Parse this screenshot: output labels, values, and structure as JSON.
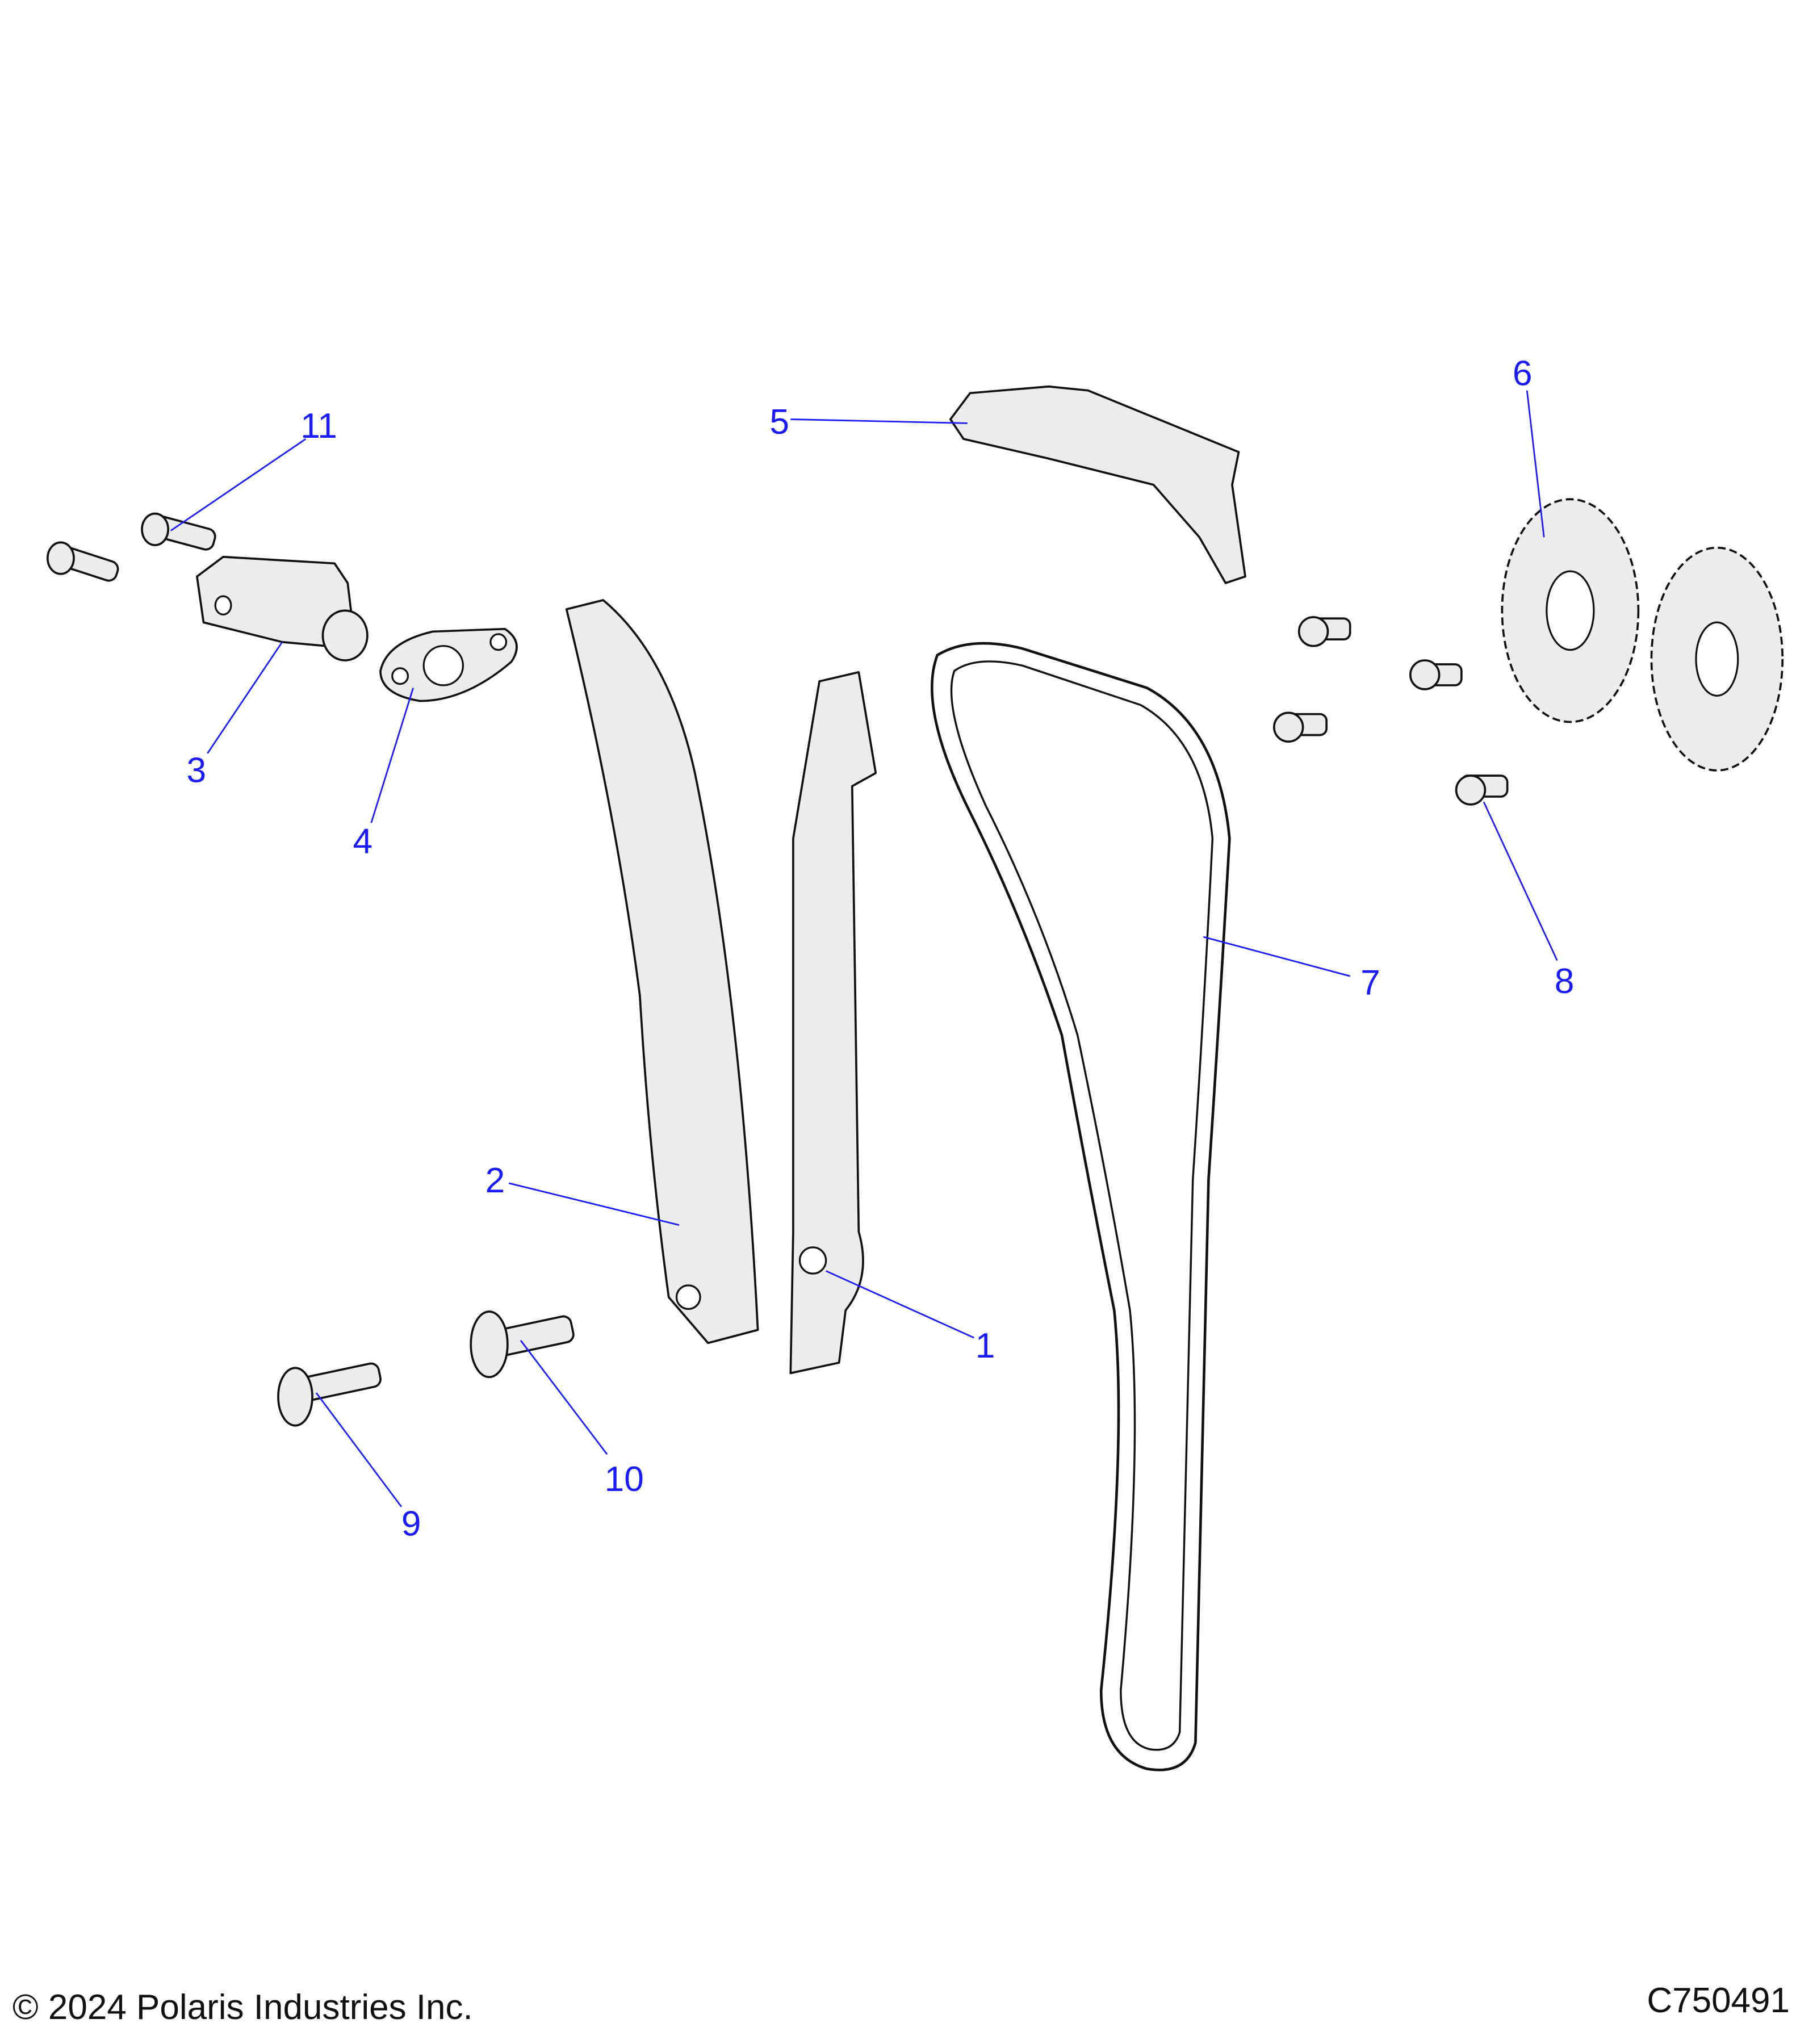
{
  "callouts": {
    "c1": "1",
    "c2": "2",
    "c3": "3",
    "c4": "4",
    "c5": "5",
    "c6": "6",
    "c7": "7",
    "c8": "8",
    "c9": "9",
    "c10": "10",
    "c11": "11"
  },
  "footer": {
    "copyright": "© 2024 Polaris Industries Inc.",
    "diagram_id": "C750491"
  },
  "colors": {
    "callout": "#1a1aff",
    "part_fill": "#ececec"
  }
}
